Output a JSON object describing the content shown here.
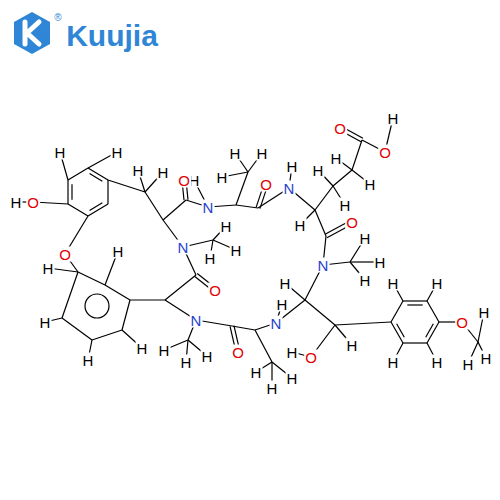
{
  "diagram": {
    "labels": [
      "®",
      "Kuujia",
      "H",
      "O",
      "O",
      "H",
      "H",
      "H",
      "O",
      "H",
      "N",
      "H",
      "N",
      "H",
      "H",
      "H",
      "H",
      "H",
      "O",
      "N",
      "H",
      "H",
      "H",
      "H",
      "H",
      "H",
      "O",
      "H",
      "H",
      "O",
      "H",
      "O",
      "N",
      "H",
      "H",
      "H",
      "O",
      "H",
      "H",
      "H",
      "H",
      "N",
      "H",
      "H",
      "H",
      "O",
      "N",
      "H",
      "H",
      "H",
      "H",
      "O",
      "H",
      "H",
      "H",
      "H",
      "H",
      "O",
      "H",
      "H",
      "H",
      "H",
      "H"
    ]
  }
}
